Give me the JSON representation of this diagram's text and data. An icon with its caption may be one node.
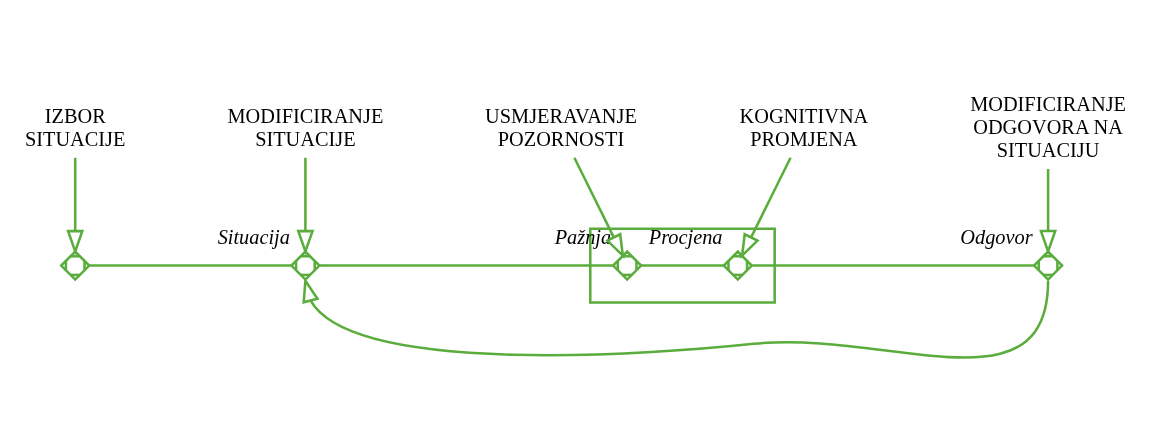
{
  "diagram": {
    "nodes": [
      {
        "text": [
          "IZBOR SITUACIJE"
        ]
      },
      {
        "text": [
          "MODIFICIRANJE SITUACIJE"
        ]
      },
      {
        "text": [
          "USMJERAVANJE POZORNOSTI"
        ]
      },
      {
        "text": [
          "KOGNITIVNA PROMJENA"
        ]
      },
      {
        "text": [
          "MODIFICIRANJE ODGOVORA NA SITUACIJU"
        ]
      },
      {
        "text": [],
        "shape": "cross"
      },
      {
        "text": [],
        "shape": "cross",
        "beside": [
          "Situacija"
        ]
      },
      {
        "text": [],
        "shape": "box"
      },
      {
        "text": [],
        "shape": "cross",
        "beside": [
          "Pažnja"
        ],
        "in": 7
      },
      {
        "text": [],
        "shape": "cross",
        "beside": [
          "Procjena"
        ],
        "in": 7
      },
      {
        "text": [],
        "shape": "cross",
        "beside": [
          "Odgovor"
        ]
      }
    ],
    "edges": [
      {
        "from": 0,
        "to": 5,
        "arrow": "to"
      },
      {
        "from": 1,
        "to": 6,
        "arrow": "to"
      },
      {
        "from": 2,
        "to": 8,
        "arrow": "to"
      },
      {
        "from": 3,
        "to": 9,
        "arrow": "to"
      },
      {
        "from": 4,
        "to": 10,
        "arrow": "to"
      },
      {
        "from": 5,
        "to": 6,
        "arrow": "none"
      },
      {
        "from": 6,
        "to": 8,
        "arrow": "none"
      },
      {
        "from": 8,
        "to": 9,
        "arrow": "none"
      },
      {
        "from": 9,
        "to": 10,
        "arrow": "none"
      },
      {
        "from": 10,
        "to": 6,
        "arrow": "to"
      }
    ]
  }
}
